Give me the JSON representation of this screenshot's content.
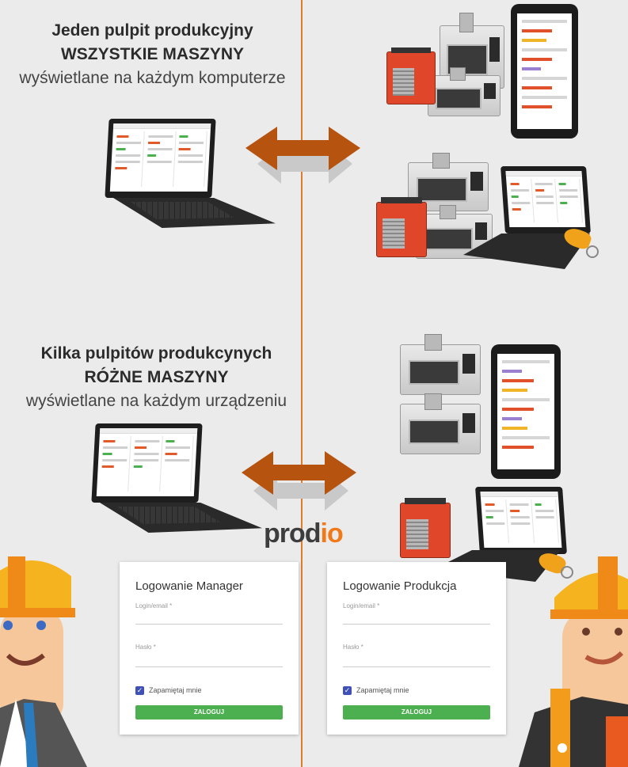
{
  "top_section": {
    "heading_line1": "Jeden pulpit produkcyjny",
    "heading_line2": "WSZYSTKIE MASZYNY",
    "heading_line3": "wyświetlane na każdym komputerze"
  },
  "middle_section": {
    "heading_line1": "Kilka pulpitów produkcynych",
    "heading_line2": "RÓŻNE MASZYNY",
    "heading_line3": "wyświetlane na każdym urządzeniu"
  },
  "logo": {
    "part1": "prod",
    "part2": "io"
  },
  "login_manager": {
    "title": "Logowanie Manager",
    "login_label": "Login/email *",
    "password_label": "Hasło *",
    "remember_label": "Zapamiętaj mnie",
    "submit_label": "ZALOGUJ"
  },
  "login_production": {
    "title": "Logowanie Produkcja",
    "login_label": "Login/email *",
    "password_label": "Hasło *",
    "remember_label": "Zapamiętaj mnie",
    "submit_label": "ZALOGUJ"
  },
  "colors": {
    "accent_orange": "#e07b2a",
    "arrow_brown": "#b5530f",
    "button_green": "#4caf50",
    "checkbox_blue": "#3f51b5"
  },
  "icons": [
    "laptop-icon",
    "tablet-icon",
    "cnc-machine-icon",
    "welder-icon",
    "rfid-keyfob-icon",
    "double-arrow-icon",
    "worker-icon"
  ]
}
